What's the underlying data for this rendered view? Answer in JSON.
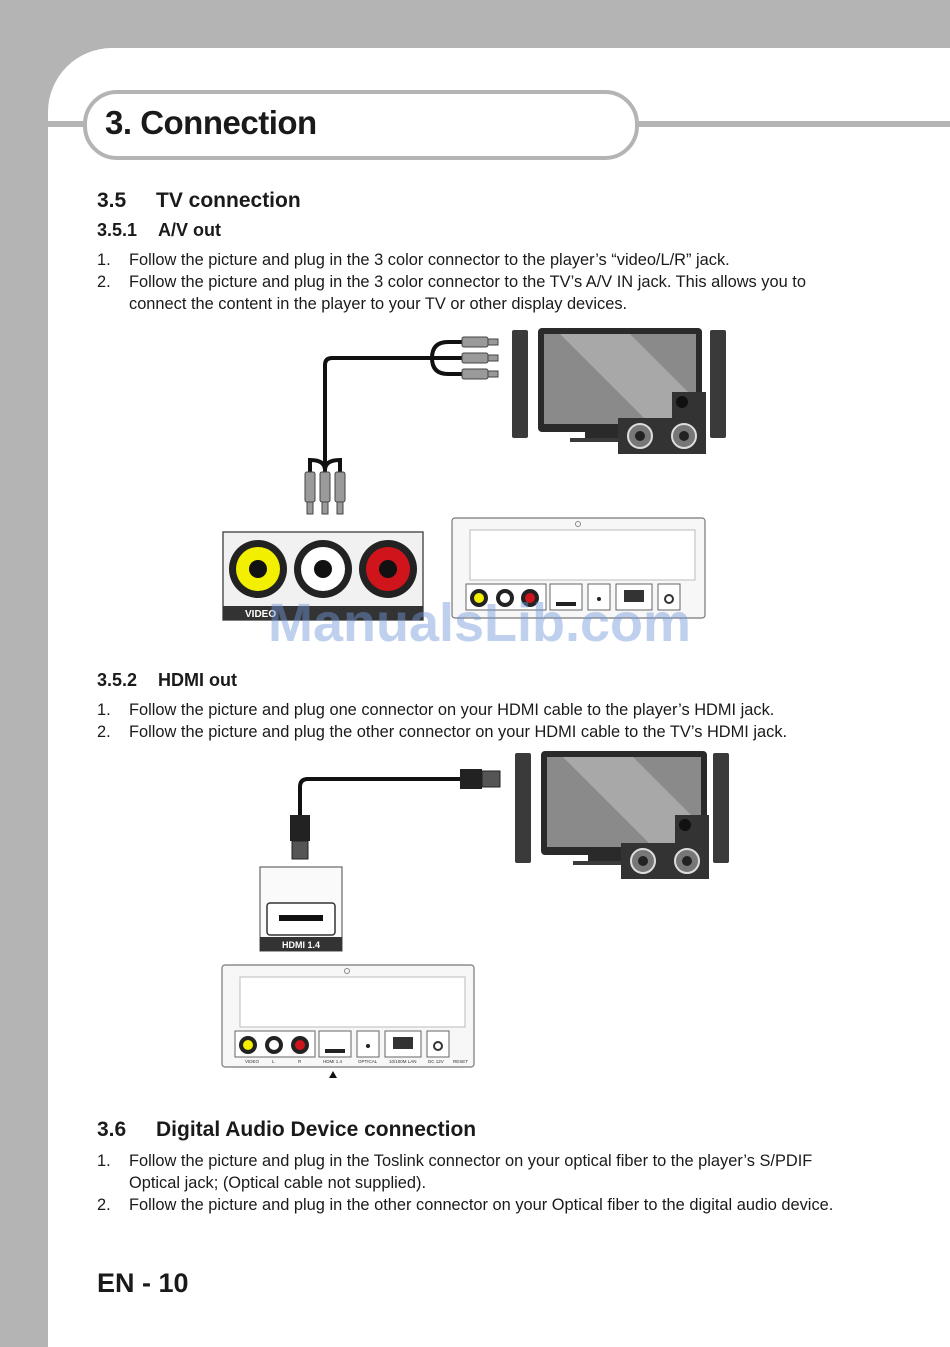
{
  "header": {
    "title": "3. Connection"
  },
  "section_3_5": {
    "number": "3.5",
    "title": "TV connection",
    "sub_3_5_1": {
      "number": "3.5.1",
      "title": "A/V out",
      "steps": [
        {
          "n": "1.",
          "text": "Follow the picture and plug in the 3 color connector to the player’s “video/L/R” jack."
        },
        {
          "n": "2.",
          "text": "Follow the picture and plug in the 3 color connector to the TV’s A/V IN jack. This allows you to connect the content in the player to your TV or other display devices."
        }
      ],
      "figure": {
        "jack_label": "VIDEO"
      }
    },
    "sub_3_5_2": {
      "number": "3.5.2",
      "title": "HDMI out",
      "steps": [
        {
          "n": "1.",
          "text": "Follow the picture and plug one connector on your HDMI cable to the player’s HDMI jack."
        },
        {
          "n": "2.",
          "text": "Follow the picture and plug the other connector on your HDMI cable to the TV’s HDMI jack."
        }
      ],
      "figure": {
        "port_label": "HDMI 1.4",
        "panel_labels": [
          "VIDEO",
          "L",
          "R",
          "HDMI 1.4",
          "OPTICAL",
          "10/100M LAN",
          "DC 12V",
          "RESET"
        ]
      }
    }
  },
  "section_3_6": {
    "number": "3.6",
    "title": "Digital Audio Device connection",
    "steps": [
      {
        "n": "1.",
        "text": "Follow the picture and plug in the Toslink connector on your optical fiber to the player’s S/PDIF Optical jack; (Optical cable not supplied)."
      },
      {
        "n": "2.",
        "text": "Follow the picture and plug in the other connector on your Optical fiber to the digital audio device."
      }
    ]
  },
  "watermark": "ManualsLib.com",
  "footer": {
    "page_label": "EN - 10"
  }
}
